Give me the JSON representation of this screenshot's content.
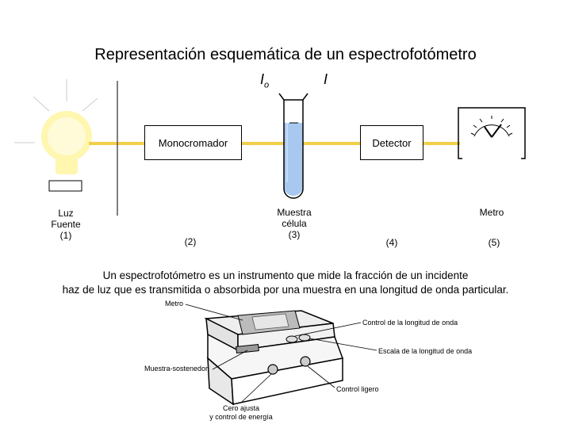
{
  "title": "Representación esquemática de un espectrofotómetro",
  "intensity": {
    "incident": "I",
    "incident_sub": "o",
    "transmitted": "I"
  },
  "components": {
    "source": {
      "lines": [
        "Luz",
        "Fuente",
        "(1)"
      ]
    },
    "monochromator": {
      "label": "Monocromador",
      "number": "(2)"
    },
    "sample": {
      "lines": [
        "Muestra",
        "célula",
        "(3)"
      ]
    },
    "detector": {
      "label": "Detector",
      "number": "(4)"
    },
    "meter": {
      "label": "Metro",
      "number": "(5)"
    }
  },
  "description": {
    "line1": "Un espectrofotómetro es un instrumento que mide la fracción de un incidente",
    "line2": "haz de luz que es transmitida o absorbida por una muestra en una longitud de onda particular."
  },
  "device_labels": {
    "meter": "Metro",
    "wavelength_control": "Control de la longitud de onda",
    "wavelength_scale": "Escala de la longitud de onda",
    "sample_holder": "Muestra-sostenedor",
    "light_control": "Control ligero",
    "zero_adjust_1": "Cero ajusta",
    "zero_adjust_2": "y control de energía"
  },
  "colors": {
    "beam": "#f2cf4a",
    "bulb": "#fff2a8",
    "sample": "#a8c8f0"
  }
}
